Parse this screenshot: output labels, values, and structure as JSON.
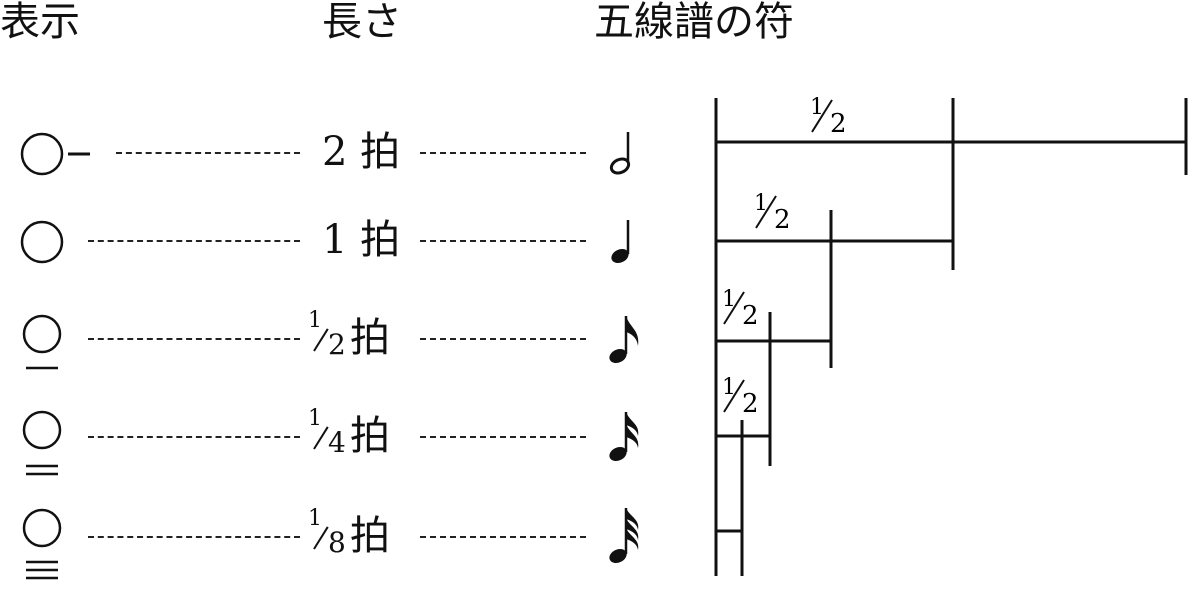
{
  "headers": {
    "display": "表示",
    "length": "長さ",
    "note": "五線譜の符"
  },
  "rows": [
    {
      "length_number": "2",
      "length_unit": "拍",
      "note_icon": "half-note-icon"
    },
    {
      "length_number": "1",
      "length_unit": "拍",
      "note_icon": "quarter-note-icon"
    },
    {
      "fraction_numerator": "1",
      "fraction_denominator": "2",
      "length_unit": "拍",
      "note_icon": "eighth-note-icon"
    },
    {
      "fraction_numerator": "1",
      "fraction_denominator": "4",
      "length_unit": "拍",
      "note_icon": "sixteenth-note-icon"
    },
    {
      "fraction_numerator": "1",
      "fraction_denominator": "8",
      "length_unit": "拍",
      "note_icon": "thirty-second-note-icon"
    }
  ],
  "division_labels": [
    {
      "numerator": "1",
      "denominator": "2"
    },
    {
      "numerator": "1",
      "denominator": "2"
    },
    {
      "numerator": "1",
      "denominator": "2"
    },
    {
      "numerator": "1",
      "denominator": "2"
    }
  ]
}
